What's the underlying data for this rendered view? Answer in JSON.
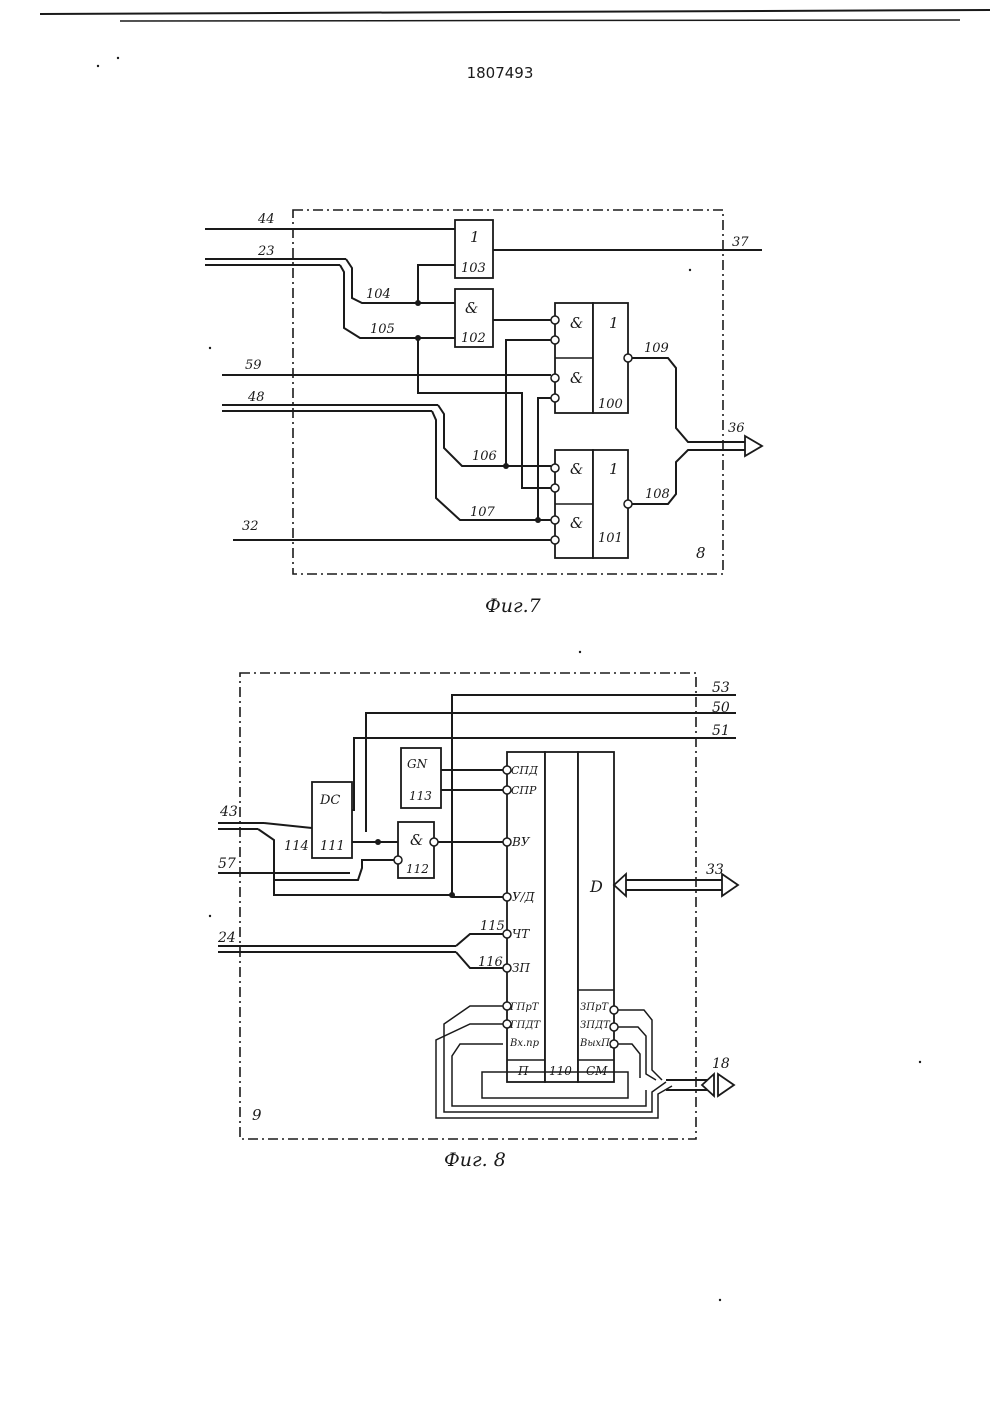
{
  "header": {
    "patent_number": "1807493"
  },
  "fig7": {
    "caption": "Фиг.7",
    "block_label": "8",
    "inputs": {
      "in_44": "44",
      "in_23": "23",
      "in_59": "59",
      "in_48": "48",
      "in_32": "32"
    },
    "outputs": {
      "out_37": "37",
      "out_36": "36"
    },
    "nets": {
      "n104": "104",
      "n105": "105",
      "n106": "106",
      "n107": "107",
      "n108": "108",
      "n109": "109"
    },
    "gates": {
      "g103": {
        "op": "1",
        "num": "103"
      },
      "g102": {
        "op": "&",
        "num": "102"
      },
      "g100": {
        "and_top": "&",
        "and_bottom": "&",
        "or": "1",
        "num": "100"
      },
      "g101": {
        "and_top": "&",
        "and_bottom": "&",
        "or": "1",
        "num": "101"
      }
    }
  },
  "fig8": {
    "caption": "Фиг. 8",
    "block_label": "9",
    "inputs": {
      "in_43": "43",
      "in_57": "57",
      "in_24": "24"
    },
    "outputs": {
      "out_53": "53",
      "out_50": "50",
      "out_51": "51",
      "out_33": "33",
      "out_18": "18"
    },
    "nets": {
      "n114": "114",
      "n115": "115",
      "n116": "116"
    },
    "blocks": {
      "dc111": {
        "op": "DC",
        "num": "111"
      },
      "gn113": {
        "op": "GN",
        "num": "113"
      },
      "and112": {
        "op": "&",
        "num": "112"
      },
      "chip110": {
        "num": "110",
        "data_label": "D",
        "left_pins": [
          "СПД",
          "СПР",
          "ВУ",
          "У/Д",
          "ЧТ",
          "ЗП",
          "ГПрТ",
          "ГПДТ",
          "Вх.пр"
        ],
        "bottom_left": "П",
        "right_pins": [
          "ЗПрТ",
          "ЗПДТ",
          "ВыхПр"
        ],
        "bottom_right": "СМ"
      }
    }
  }
}
